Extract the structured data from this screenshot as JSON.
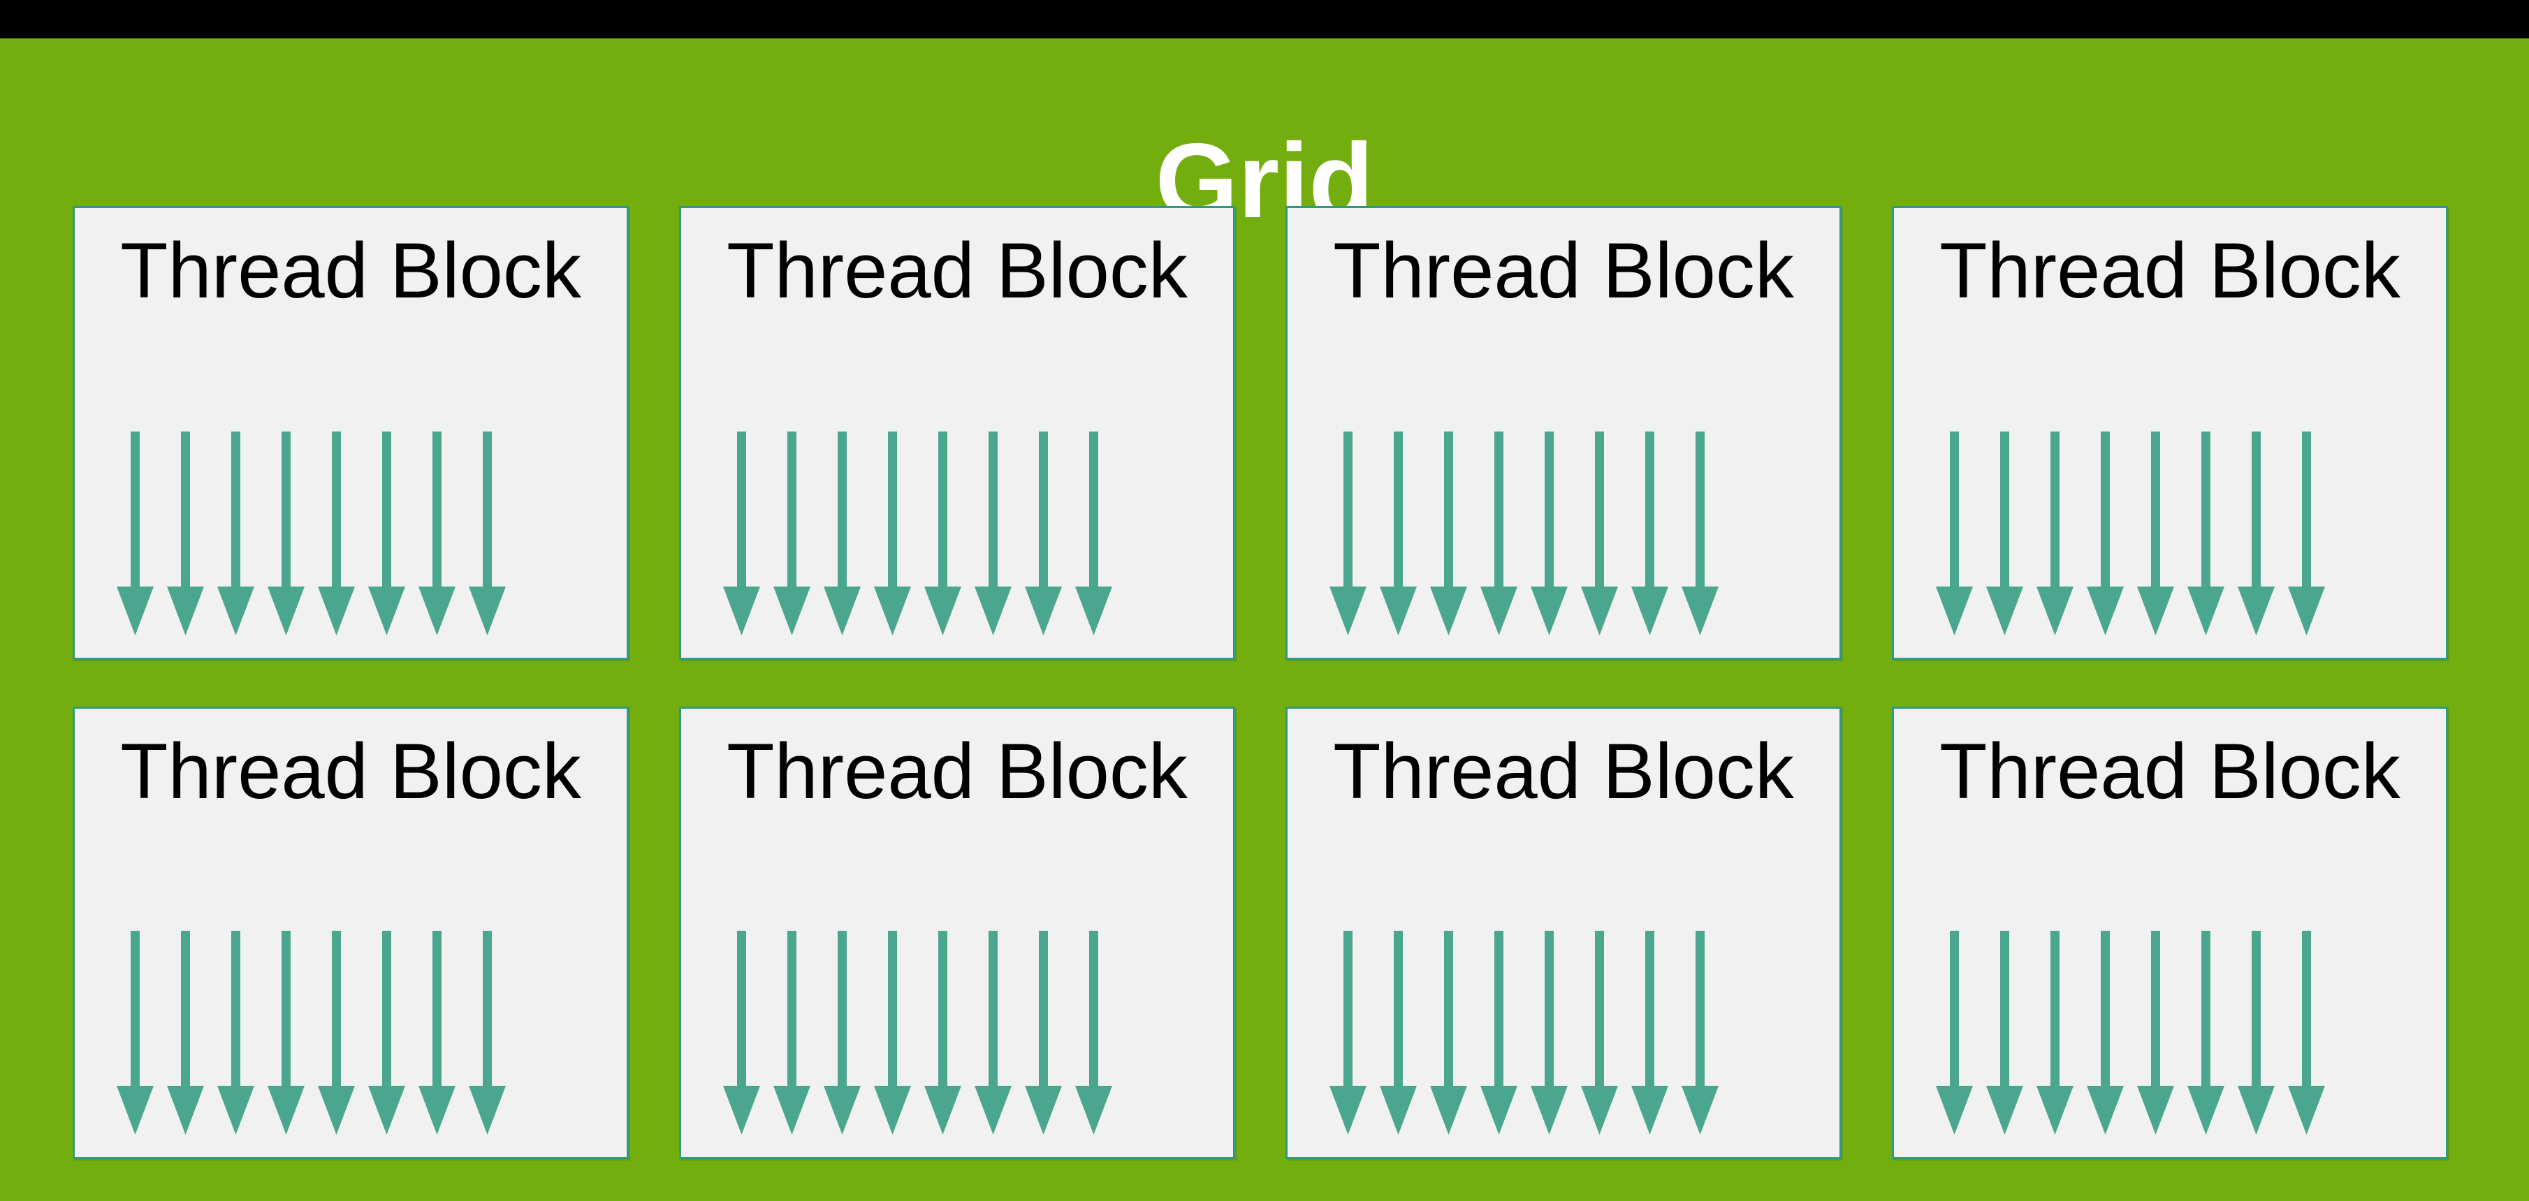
{
  "title": "Grid",
  "colors": {
    "canvas_green": "#74AE0E",
    "topbar_black": "#000000",
    "block_bg": "#F1F1F1",
    "block_border": "#2E9B7E",
    "arrow_teal": "#4AA78D",
    "title_white": "#FFFFFF",
    "label_black": "#000000"
  },
  "grid": {
    "rows": 2,
    "cols": 4,
    "blocks": [
      {
        "label": "Thread Block",
        "threads": 8
      },
      {
        "label": "Thread Block",
        "threads": 8
      },
      {
        "label": "Thread Block",
        "threads": 8
      },
      {
        "label": "Thread Block",
        "threads": 8
      },
      {
        "label": "Thread Block",
        "threads": 8
      },
      {
        "label": "Thread Block",
        "threads": 8
      },
      {
        "label": "Thread Block",
        "threads": 8
      },
      {
        "label": "Thread Block",
        "threads": 8
      }
    ]
  }
}
